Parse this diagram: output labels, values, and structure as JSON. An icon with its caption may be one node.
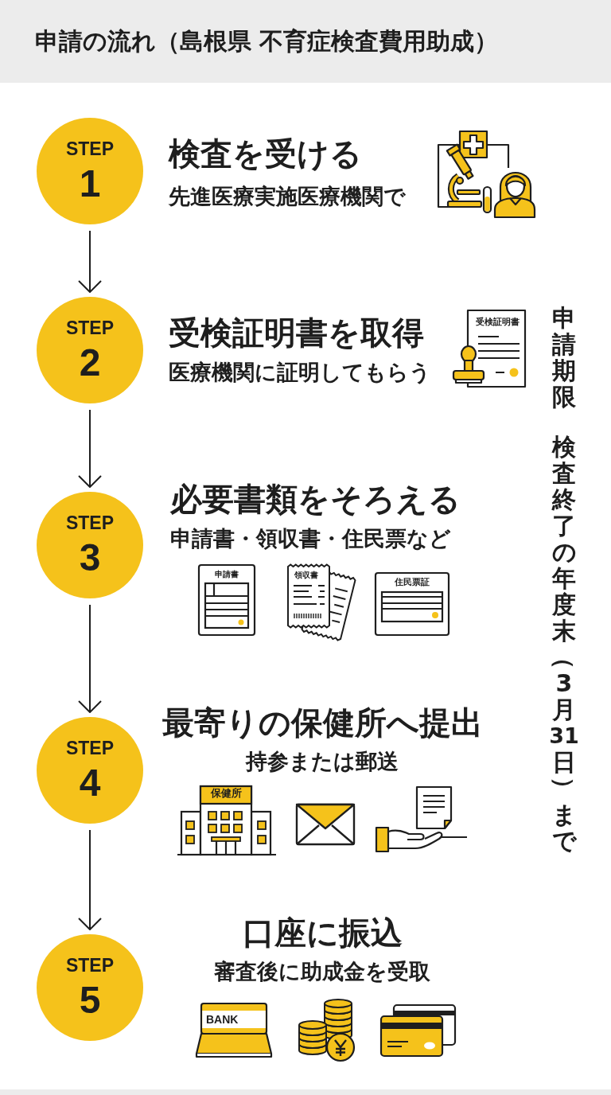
{
  "diagram": {
    "title": "申請の流れ（島根県 不育症検査費用助成）",
    "nodes": [
      {
        "text": [
          "STEP",
          "1"
        ],
        "beside": [
          "検査を受ける",
          "先進医療実施医療機関で"
        ]
      },
      {
        "text": [
          "STEP",
          "2"
        ],
        "beside": [
          "受検証明書を取得",
          "医療機関に証明してもらう"
        ]
      },
      {
        "text": [
          "STEP",
          "3"
        ],
        "beside": [
          "必要書類をそろえる",
          "申請書・領収書・住民票など"
        ]
      },
      {
        "text": [
          "STEP",
          "4"
        ],
        "beside": [
          "最寄りの保健所へ提出",
          "持参または郵送"
        ]
      },
      {
        "text": [
          "STEP",
          "5"
        ],
        "beside": [
          "口座に振込",
          "審査後に助成金を受取"
        ]
      }
    ],
    "edges": [
      {
        "from": 0,
        "to": 1,
        "arrow": "to"
      },
      {
        "from": 1,
        "to": 2,
        "arrow": "to"
      },
      {
        "from": 2,
        "to": 3,
        "arrow": "to"
      },
      {
        "from": 3,
        "to": 4,
        "arrow": "to"
      }
    ],
    "labels": [
      "受検証明書",
      "申請期限",
      "検査終了の年度末（3月31日）まで",
      "申請書",
      "領収書",
      "住民票証",
      "保健所",
      "BANK"
    ]
  }
}
